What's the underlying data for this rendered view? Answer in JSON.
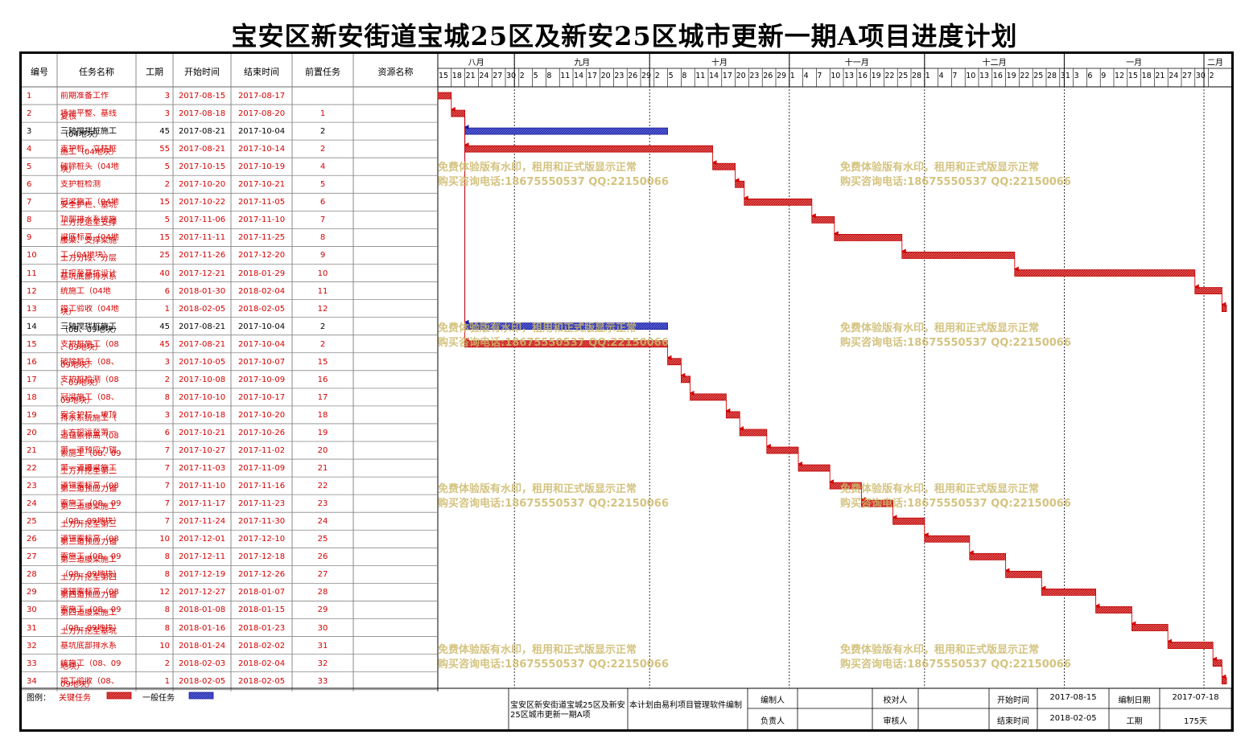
{
  "title": "宝安区新安街道宝城25区及新安25区城市更新一期A项目进度计划",
  "columns": [
    "编号",
    "任务名称",
    "工期",
    "开始时间",
    "结束时间",
    "前置任务",
    "资源名称"
  ],
  "months": [
    {
      "label": "八月",
      "days": [
        "15",
        "18",
        "21",
        "24",
        "27",
        "30"
      ]
    },
    {
      "label": "九月",
      "days": [
        "2",
        "5",
        "8",
        "11",
        "14",
        "17",
        "20",
        "23",
        "26",
        "29"
      ]
    },
    {
      "label": "十月",
      "days": [
        "2",
        "5",
        "8",
        "11",
        "14",
        "17",
        "20",
        "23",
        "26",
        "29"
      ]
    },
    {
      "label": "十一月",
      "days": [
        "1",
        "4",
        "7",
        "10",
        "13",
        "16",
        "19",
        "22",
        "25",
        "28"
      ]
    },
    {
      "label": "十二月",
      "days": [
        "1",
        "4",
        "7",
        "10",
        "13",
        "16",
        "19",
        "22",
        "25",
        "28",
        "31"
      ]
    },
    {
      "label": "一月",
      "days": [
        "3",
        "6",
        "9",
        "12",
        "15",
        "18",
        "21",
        "24",
        "27",
        "30"
      ]
    },
    {
      "label": "二月",
      "days": [
        "2"
      ]
    }
  ],
  "tasks": [
    {
      "id": "1",
      "name": "前期准备工作",
      "name2": "",
      "dur": "3",
      "start": "2017-08-15",
      "end": "2017-08-17",
      "pred": "",
      "type": "critical"
    },
    {
      "id": "2",
      "name": "场地平整、基线",
      "name2": "复核",
      "dur": "3",
      "start": "2017-08-18",
      "end": "2017-08-20",
      "pred": "1",
      "type": "critical"
    },
    {
      "id": "3",
      "name": "三轴搅拌桩施工",
      "name2": "（04地块）",
      "dur": "45",
      "start": "2017-08-21",
      "end": "2017-10-04",
      "pred": "2",
      "type": "normal"
    },
    {
      "id": "4",
      "name": "支护桩、立柱桩",
      "name2": "施工（04地块）",
      "dur": "55",
      "start": "2017-08-21",
      "end": "2017-10-14",
      "pred": "2",
      "type": "critical"
    },
    {
      "id": "5",
      "name": "破除桩头（04地",
      "name2": "块）",
      "dur": "5",
      "start": "2017-10-15",
      "end": "2017-10-19",
      "pred": "4",
      "type": "critical"
    },
    {
      "id": "6",
      "name": "支护桩检测",
      "name2": "",
      "dur": "2",
      "start": "2017-10-20",
      "end": "2017-10-21",
      "pred": "5",
      "type": "critical"
    },
    {
      "id": "7",
      "name": "冠梁施工（04地",
      "name2": "安全护栏、基坑",
      "dur": "15",
      "start": "2017-10-22",
      "end": "2017-11-05",
      "pred": "6",
      "type": "critical"
    },
    {
      "id": "8",
      "name": "顶部排水系统施",
      "name2": "土方挖运至支撑",
      "dur": "5",
      "start": "2017-11-06",
      "end": "2017-11-10",
      "pred": "7",
      "type": "critical"
    },
    {
      "id": "9",
      "name": "梁底标高（04地",
      "name2": "腰梁、支撑梁施",
      "dur": "15",
      "start": "2017-11-11",
      "end": "2017-11-25",
      "pred": "8",
      "type": "critical"
    },
    {
      "id": "10",
      "name": "工（04地块）",
      "name2": "土方分段、分层",
      "dur": "25",
      "start": "2017-11-26",
      "end": "2017-12-20",
      "pred": "9",
      "type": "critical"
    },
    {
      "id": "11",
      "name": "开挖至基坑设计",
      "name2": "基坑底部排水系",
      "dur": "40",
      "start": "2017-12-21",
      "end": "2018-01-29",
      "pred": "10",
      "type": "critical"
    },
    {
      "id": "12",
      "name": "统施工（04地",
      "name2": "",
      "dur": "6",
      "start": "2018-01-30",
      "end": "2018-02-04",
      "pred": "11",
      "type": "critical"
    },
    {
      "id": "13",
      "name": "竣工验收（04地",
      "name2": "块）",
      "dur": "1",
      "start": "2018-02-05",
      "end": "2018-02-05",
      "pred": "12",
      "type": "critical"
    },
    {
      "id": "14",
      "name": "三轴搅拌桩施工",
      "name2": "（08、09地块）",
      "dur": "45",
      "start": "2017-08-21",
      "end": "2017-10-04",
      "pred": "2",
      "type": "normal"
    },
    {
      "id": "15",
      "name": "支护桩施工（08",
      "name2": "、09地块）",
      "dur": "45",
      "start": "2017-08-21",
      "end": "2017-10-04",
      "pred": "2",
      "type": "critical"
    },
    {
      "id": "16",
      "name": "破除桩头（08、",
      "name2": "09地块）",
      "dur": "3",
      "start": "2017-10-05",
      "end": "2017-10-07",
      "pred": "15",
      "type": "critical"
    },
    {
      "id": "17",
      "name": "支护桩检测（08",
      "name2": "、09地块）",
      "dur": "2",
      "start": "2017-10-08",
      "end": "2017-10-09",
      "pred": "16",
      "type": "critical"
    },
    {
      "id": "18",
      "name": "冠梁施工（08、",
      "name2": "09地块）",
      "dur": "8",
      "start": "2017-10-10",
      "end": "2017-10-17",
      "pred": "17",
      "type": "critical"
    },
    {
      "id": "19",
      "name": "安全护栏、坡顶",
      "name2": "排水系统施工（",
      "dur": "3",
      "start": "2017-10-18",
      "end": "2017-10-20",
      "pred": "18",
      "type": "critical"
    },
    {
      "id": "20",
      "name": "土方挖运至第一",
      "name2": "道锚索标高（08",
      "dur": "6",
      "start": "2017-10-21",
      "end": "2017-10-26",
      "pred": "19",
      "type": "critical"
    },
    {
      "id": "21",
      "name": "第一道预应力锚",
      "name2": "索施工（08、09",
      "dur": "7",
      "start": "2017-10-27",
      "end": "2017-11-02",
      "pred": "20",
      "type": "critical"
    },
    {
      "id": "22",
      "name": "第一道腰梁施工",
      "name2": "土方开挖至第二",
      "dur": "7",
      "start": "2017-11-03",
      "end": "2017-11-09",
      "pred": "21",
      "type": "critical"
    },
    {
      "id": "23",
      "name": "道锚索标高（08",
      "name2": "第二道预应力锚",
      "dur": "7",
      "start": "2017-11-10",
      "end": "2017-11-16",
      "pred": "22",
      "type": "critical"
    },
    {
      "id": "24",
      "name": "索施工（08、09",
      "name2": "第二道腰梁施工",
      "dur": "7",
      "start": "2017-11-17",
      "end": "2017-11-23",
      "pred": "23",
      "type": "critical"
    },
    {
      "id": "25",
      "name": "（08、09地块）",
      "name2": "土方开挖至第三",
      "dur": "7",
      "start": "2017-11-24",
      "end": "2017-11-30",
      "pred": "24",
      "type": "critical"
    },
    {
      "id": "26",
      "name": "道锚索标高（08",
      "name2": "第三道预应力锚",
      "dur": "10",
      "start": "2017-12-01",
      "end": "2017-12-10",
      "pred": "25",
      "type": "critical"
    },
    {
      "id": "27",
      "name": "索施工（08、09",
      "name2": "第三道腰梁施工",
      "dur": "8",
      "start": "2017-12-11",
      "end": "2017-12-18",
      "pred": "26",
      "type": "critical"
    },
    {
      "id": "28",
      "name": "（08、09地块）",
      "name2": "土方开挖至第四",
      "dur": "8",
      "start": "2017-12-19",
      "end": "2017-12-26",
      "pred": "27",
      "type": "critical"
    },
    {
      "id": "29",
      "name": "道锚索标高（08",
      "name2": "第四道预应力锚",
      "dur": "12",
      "start": "2017-12-27",
      "end": "2018-01-07",
      "pred": "28",
      "type": "critical"
    },
    {
      "id": "30",
      "name": "索施工（08、09",
      "name2": "第四道腰梁施工",
      "dur": "8",
      "start": "2018-01-08",
      "end": "2018-01-15",
      "pred": "29",
      "type": "critical"
    },
    {
      "id": "31",
      "name": "（08、09地块）",
      "name2": "土方开挖至基坑",
      "dur": "8",
      "start": "2018-01-16",
      "end": "2018-01-23",
      "pred": "30",
      "type": "critical"
    },
    {
      "id": "32",
      "name": "基坑底部排水系",
      "name2": "",
      "dur": "10",
      "start": "2018-01-24",
      "end": "2018-02-02",
      "pred": "31",
      "type": "critical"
    },
    {
      "id": "33",
      "name": "统施工（08、09",
      "name2": "地块）",
      "dur": "2",
      "start": "2018-02-03",
      "end": "2018-02-04",
      "pred": "32",
      "type": "critical"
    },
    {
      "id": "34",
      "name": "竣工验收（08、",
      "name2": "09地块）",
      "dur": "1",
      "start": "2018-02-05",
      "end": "2018-02-05",
      "pred": "33",
      "type": "critical"
    }
  ],
  "watermark": {
    "line1": "免费体验版有水印，租用和正式版显示正常",
    "line2": "购买咨询电话:18675550537 QQ:22150066"
  },
  "legend": {
    "label": "图例：",
    "critical": "关键任务",
    "normal": "一般任务"
  },
  "footer": {
    "project": "宝安区新安街道宝城25区及新安25区城市更新一期A项",
    "software": "本计划由易利项目管理软件编制",
    "compiler": "编制人",
    "reviewer": "校对人",
    "manager": "负责人",
    "approver": "审核人",
    "start_label": "开始时间",
    "start": "2017-08-15",
    "end_label": "结束时间",
    "end": "2018-02-05",
    "date_label": "编制日期",
    "date": "2017-07-18",
    "dur_label": "工期",
    "dur": "175天"
  },
  "colors": {
    "critical": "#e03a3a",
    "critical_dark": "#c00000",
    "normal": "#3d45d6",
    "normal_dark": "#1a1a9a",
    "text_red": "#d40000",
    "grid": "#808080"
  }
}
